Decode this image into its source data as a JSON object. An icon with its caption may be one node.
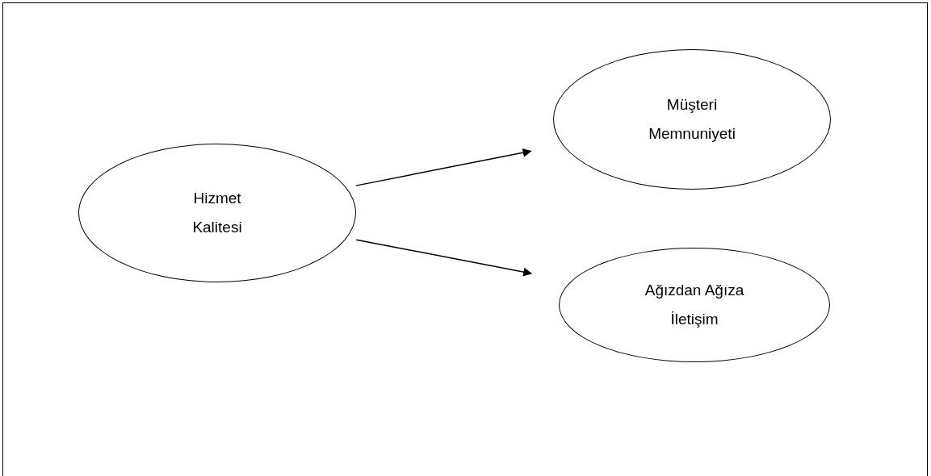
{
  "diagram": {
    "nodes": [
      {
        "text": [
          "Hizmet Kalitesi"
        ]
      },
      {
        "text": [
          "Müşteri Memnuniyeti"
        ]
      },
      {
        "text": [
          "Ağızdan Ağıza İletişim"
        ]
      }
    ],
    "edges": [
      {
        "from": 0,
        "to": 1,
        "arrow": "to"
      },
      {
        "from": 0,
        "to": 2,
        "arrow": "to"
      }
    ]
  }
}
